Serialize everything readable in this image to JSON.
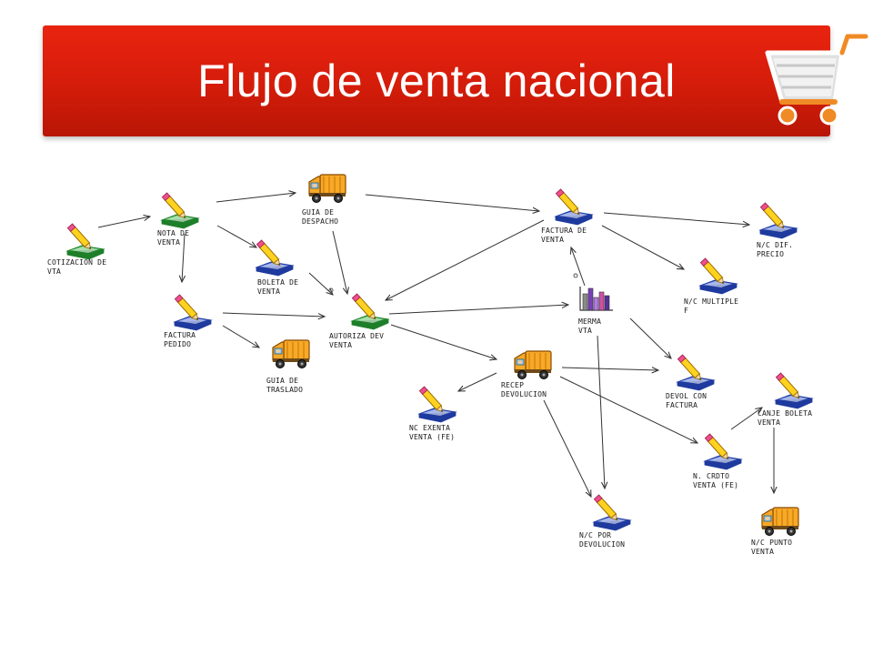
{
  "slide": {
    "title": "Flujo de venta nacional",
    "banner_color": "#d81e0b",
    "cart_icon": "shopping-cart-icon"
  },
  "diagram": {
    "nodes": [
      {
        "id": "cotizacion",
        "label": "COTIZACION DE\nVTA",
        "icon": "document-edit-icon",
        "variant": "green"
      },
      {
        "id": "nota",
        "label": "NOTA DE\nVENTA",
        "icon": "document-edit-icon",
        "variant": "green"
      },
      {
        "id": "guia_desp",
        "label": "GUIA DE\nDESPACHO",
        "icon": "truck-icon"
      },
      {
        "id": "boleta",
        "label": "BOLETA DE\nVENTA",
        "icon": "document-edit-icon",
        "variant": "blue"
      },
      {
        "id": "fact_pedido",
        "label": "FACTURA\nPEDIDO",
        "icon": "document-edit-icon",
        "variant": "blue"
      },
      {
        "id": "guia_tras",
        "label": "GUIA DE\nTRASLADO",
        "icon": "truck-icon"
      },
      {
        "id": "autoriza",
        "label": "AUTORIZA DEV\nVENTA",
        "icon": "document-edit-icon",
        "variant": "green"
      },
      {
        "id": "factura",
        "label": "FACTURA DE\nVENTA",
        "icon": "document-edit-icon",
        "variant": "blue"
      },
      {
        "id": "merma",
        "label": "MERMA\nVTA",
        "icon": "bar-chart-icon"
      },
      {
        "id": "nc_dif",
        "label": "N/C DIF.\nPRECIO",
        "icon": "document-edit-icon",
        "variant": "blue"
      },
      {
        "id": "nc_mult",
        "label": "N/C MULTIPLE\nF",
        "icon": "document-edit-icon",
        "variant": "blue"
      },
      {
        "id": "recep",
        "label": "RECEP\nDEVOLUCION",
        "icon": "truck-icon"
      },
      {
        "id": "nc_exenta",
        "label": "NC EXENTA\nVENTA (FE)",
        "icon": "document-edit-icon",
        "variant": "blue"
      },
      {
        "id": "devol_fact",
        "label": "DEVOL CON\nFACTURA",
        "icon": "document-edit-icon",
        "variant": "blue"
      },
      {
        "id": "canje",
        "label": "CANJE BOLETA\nVENTA",
        "icon": "document-edit-icon",
        "variant": "blue"
      },
      {
        "id": "nc_crdto",
        "label": "N. CRDTO\nVENTA (FE)",
        "icon": "document-edit-icon",
        "variant": "blue"
      },
      {
        "id": "nc_devol",
        "label": "N/C POR\nDEVOLUCION",
        "icon": "document-edit-icon",
        "variant": "blue"
      },
      {
        "id": "nc_punto",
        "label": "N/C PUNTO\nVENTA",
        "icon": "truck-icon"
      }
    ],
    "edges": [
      [
        "cotizacion",
        "nota"
      ],
      [
        "nota",
        "guia_desp"
      ],
      [
        "nota",
        "boleta"
      ],
      [
        "nota",
        "fact_pedido"
      ],
      [
        "guia_desp",
        "factura"
      ],
      [
        "guia_desp",
        "autoriza"
      ],
      [
        "boleta",
        "autoriza"
      ],
      [
        "fact_pedido",
        "autoriza"
      ],
      [
        "fact_pedido",
        "guia_tras"
      ],
      [
        "factura",
        "nc_dif"
      ],
      [
        "factura",
        "nc_mult"
      ],
      [
        "factura",
        "autoriza"
      ],
      [
        "autoriza",
        "merma"
      ],
      [
        "autoriza",
        "recep"
      ],
      [
        "merma",
        "factura"
      ],
      [
        "merma",
        "devol_fact"
      ],
      [
        "merma",
        "nc_devol"
      ],
      [
        "recep",
        "nc_exenta"
      ],
      [
        "recep",
        "devol_fact"
      ],
      [
        "recep",
        "nc_crdto"
      ],
      [
        "recep",
        "nc_devol"
      ],
      [
        "nc_crdto",
        "canje"
      ],
      [
        "canje",
        "nc_punto"
      ]
    ]
  }
}
